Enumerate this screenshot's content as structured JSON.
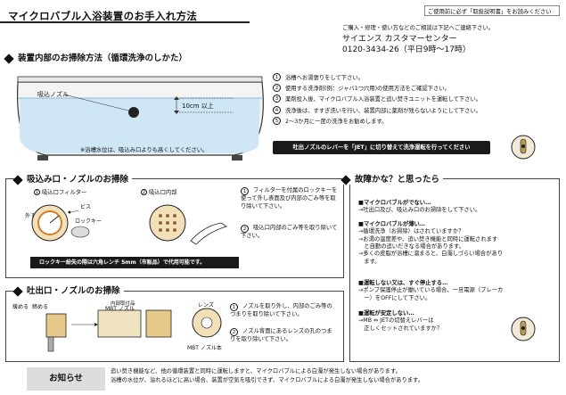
{
  "header": {
    "title": "マイクロバブル入浴装置のお手入れ方法",
    "notice": "ご使用前に必ず「取扱説明書」をお読みください",
    "contact_sub": "ご購入・修理・使い方などのご相談は下記へご連絡下さい。",
    "contact_name": "サイエンス カスタマーセンター",
    "contact_phone": "0120-3434-26（平日9時〜17時）"
  },
  "section1": {
    "title": "装置内部のお掃除方法（循環洗浄のしかた）",
    "nozzle_label": "吸込ノズル",
    "depth_label": "10cm 以上",
    "footnote": "※浴槽水位は、吸込み口よりも高くしてください。",
    "steps": [
      {
        "n": "1",
        "text": "浴槽へお湯張りをして下さい。"
      },
      {
        "n": "2",
        "text": "使用する洗浄剤(例：ジャバ1つ穴用)の使用方法をご確認下さい。"
      },
      {
        "n": "3",
        "text": "薬剤投入後、マイクロバブル入浴装置と追い焚きユニットを運転して下さい。"
      },
      {
        "n": "4",
        "text": "洗浄後は、すすぎ洗いを行い、装置内部に薬剤が残らないようにして下さい。"
      },
      {
        "n": "5",
        "text": "2〜3か月に一度の洗浄をお勧めします。"
      }
    ],
    "jet_instruction": "吐出ノズルのレバーを「JET」に切り替えて洗浄運転を行ってください"
  },
  "section2": {
    "title": "吸込み口・ノズルのお掃除",
    "img1_label": "吸込口フィルター",
    "img1_num": "1",
    "img2_label": "吸込口内部",
    "img2_num": "2",
    "label_outer": "外す",
    "label_screw": "ビス",
    "label_locky": "ロックキー",
    "steps": [
      {
        "n": "1",
        "text": "フィルターを付属のロックキーを使って外し表面及び内部のごみ等を取り除いて下さい。"
      },
      {
        "n": "2",
        "text": "吸込口内部のごみ等を取り除いて下さい。"
      }
    ],
    "note": "ロックキー紛失の際は六角レンチ 5mm（市販品）で代用可能です。"
  },
  "section3": {
    "title": "吐出口・ノズルのお掃除",
    "label_remove": "緩める",
    "label_attach": "締める",
    "label_mbt_nozzle": "MBT ノズル",
    "label_internal": "内部取付品",
    "label_lens": "レンズ",
    "label_mbt_body": "MBT ノズル本",
    "steps": [
      {
        "n": "1",
        "text": "ノズルを取り外し、内部のごみ等のつまりを取り除いて下さい。"
      },
      {
        "n": "2",
        "text": "ノズル背面にあるレンズの孔のつまりを取り除いて下さい。"
      }
    ]
  },
  "section4": {
    "title": "故障かな？と思ったら",
    "items": [
      {
        "q": "■マイクロバブルがでない…",
        "a": [
          "→吐出口及び、吸込み口のお掃除をして下さい。"
        ]
      },
      {
        "q": "■マイクロバブルが薄い…",
        "a": [
          "→循環洗浄（お掃除）はされていますか？",
          "→お湯の温度差や、追い焚き機能と同時に運転されます",
          "　と自動の追いだきなる場合があります。",
          "→多くの皮脂が浴槽に溜まると、白濁しづらい場合があり",
          "　ます。"
        ]
      },
      {
        "q": "■運転しない又は、すぐ停止する…",
        "a": [
          "→ポンプ保護停止が働いている場合、一旦電源（ブレーカ",
          "　ー）をOFFにして下さい。"
        ]
      },
      {
        "q": "■運転が安定しない…",
        "a": [
          "→MB ⇔ JETの切替えレバーは",
          "　正しくセットされていますか？"
        ]
      }
    ]
  },
  "notice": {
    "label": "お知らせ",
    "lines": [
      "追い焚き機能など、他の循環装置と同時に運転しますと、マイクロバブルによる白濁が発生しない場合があります。",
      "浴槽の水位が、溢れるほどに高い場合、装置が空気を吸引できず、マイクロバブルによる白濁が発生しない場合があります。"
    ]
  }
}
